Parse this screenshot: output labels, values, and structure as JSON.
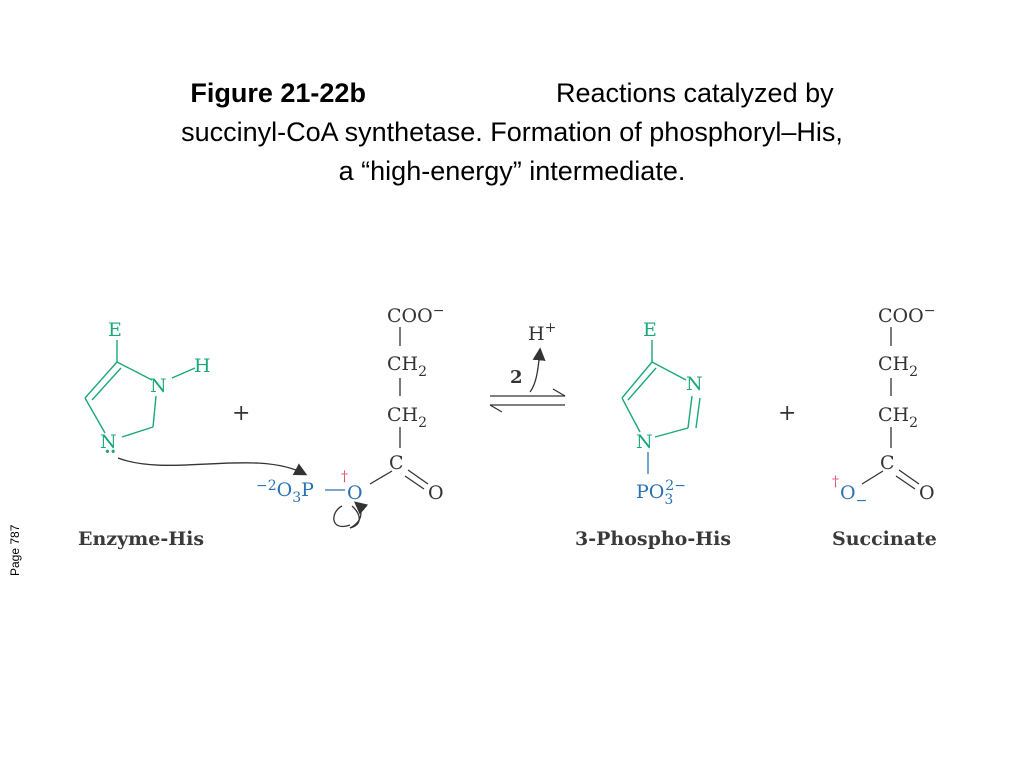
{
  "caption": {
    "figure": "Figure 21-22b",
    "line1": "Reactions catalyzed by",
    "line2": "succinyl-CoA synthetase. Formation of phosphoryl–His,",
    "line3": "a “high-energy” intermediate."
  },
  "page_label": "Page 787",
  "scheme": {
    "enzyme_his": {
      "label": "Enzyme-His",
      "e": "E",
      "n_top": "N",
      "h": "H",
      "n_bottom": "N",
      "lone_pair": ":"
    },
    "plus_1": "+",
    "succinyl_phosphate": {
      "coo_base": "COO",
      "minus": "−",
      "ch2": "CH",
      "sub2": "2",
      "c": "C",
      "o_double": "O",
      "phospho_charge": "−2",
      "phospho_o": "O",
      "phospho_sub": "3",
      "phospho_p": "P",
      "dagger": "†",
      "bridge_o": "O"
    },
    "arrow": {
      "step": "2",
      "h_plus_base": "H",
      "h_plus_sup": "+"
    },
    "phospho_his": {
      "label": "3-Phospho-His",
      "e": "E",
      "n_top": "N",
      "n_bottom": "N",
      "po": "PO",
      "po_sub": "3",
      "po_sup": "2−"
    },
    "plus_2": "+",
    "succinate": {
      "label": "Succinate",
      "coo_base": "COO",
      "minus": "−",
      "ch2": "CH",
      "sub2": "2",
      "c": "C",
      "o_single": "O",
      "o_minus": "−",
      "o_double": "O",
      "dagger": "†"
    }
  },
  "colors": {
    "enzyme": "#1aa87a",
    "phosphoryl": "#2a72b5",
    "dagger": "#e0506a"
  }
}
